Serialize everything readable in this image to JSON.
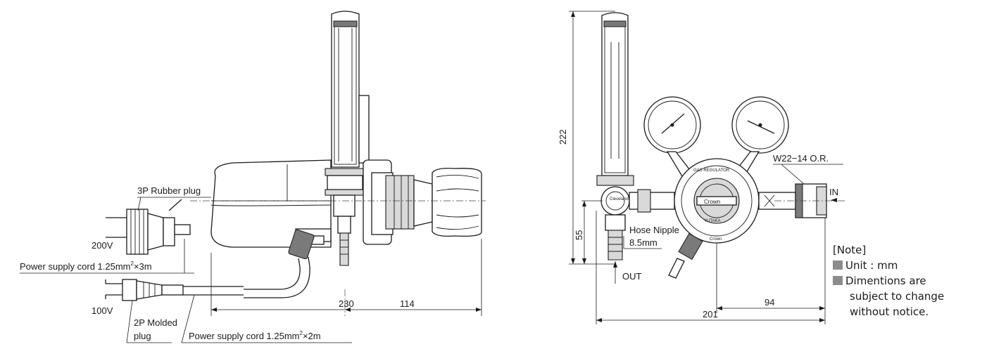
{
  "left_view": {
    "labels": {
      "rubber_plug": "3P Rubber plug",
      "v200": "200V",
      "cord_3m_prefix": "Power supply cord 1.25mm",
      "cord_3m_sup": "2",
      "cord_3m_suffix": "×3m",
      "v100": "100V",
      "molded_plug_line1": "2P Molded",
      "molded_plug_line2": "plug",
      "cord_2m_prefix": "Power supply cord 1.25mm",
      "cord_2m_sup": "2",
      "cord_2m_suffix": "×2m"
    },
    "dimensions": {
      "d230": "230",
      "d114": "114"
    }
  },
  "right_view": {
    "labels": {
      "connection": "W22−14 O.R.",
      "inlet": "IN",
      "hose_nipple": "Hose Nipple",
      "hose_size": "8.5mm",
      "outlet": "OUT",
      "regulator_ring": "GAS REGULATOR",
      "brand": "Crown",
      "maker": "YUTAKA",
      "flow": "Cleveland",
      "bottom": "Crown"
    },
    "dimensions": {
      "d222": "222",
      "d55": "55",
      "d94": "94",
      "d201": "201"
    }
  },
  "note": {
    "title": "[Note]",
    "line1": "Unit : mm",
    "line2": "Dimentions are",
    "line3": "subject to change",
    "line4": "without notice."
  }
}
